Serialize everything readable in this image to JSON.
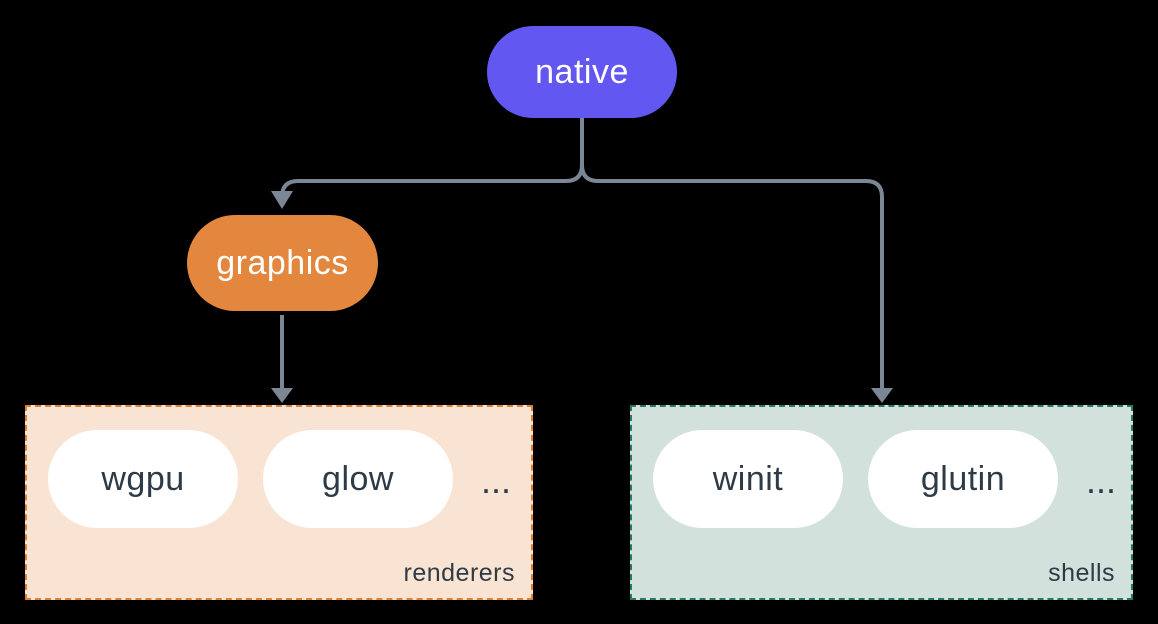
{
  "nodes": {
    "native": {
      "label": "native",
      "color": "#6257f0",
      "text_color": "#ffffff"
    },
    "graphics": {
      "label": "graphics",
      "color": "#e3873e",
      "text_color": "#ffffff"
    }
  },
  "groups": {
    "renderers": {
      "label": "renderers",
      "items": [
        "wgpu",
        "glow"
      ],
      "more": "...",
      "bg": "#f9e4d3",
      "border_color": "#e0812f"
    },
    "shells": {
      "label": "shells",
      "items": [
        "winit",
        "glutin"
      ],
      "more": "...",
      "bg": "#d2e1db",
      "border_color": "#26786a"
    }
  },
  "edges": [
    {
      "from": "native",
      "to": "graphics"
    },
    {
      "from": "native",
      "to": "shells"
    },
    {
      "from": "graphics",
      "to": "renderers"
    }
  ],
  "colors": {
    "background": "#000000",
    "connector": "#7b8794",
    "pill_bg": "#ffffff",
    "pill_text": "#2e3b47"
  }
}
